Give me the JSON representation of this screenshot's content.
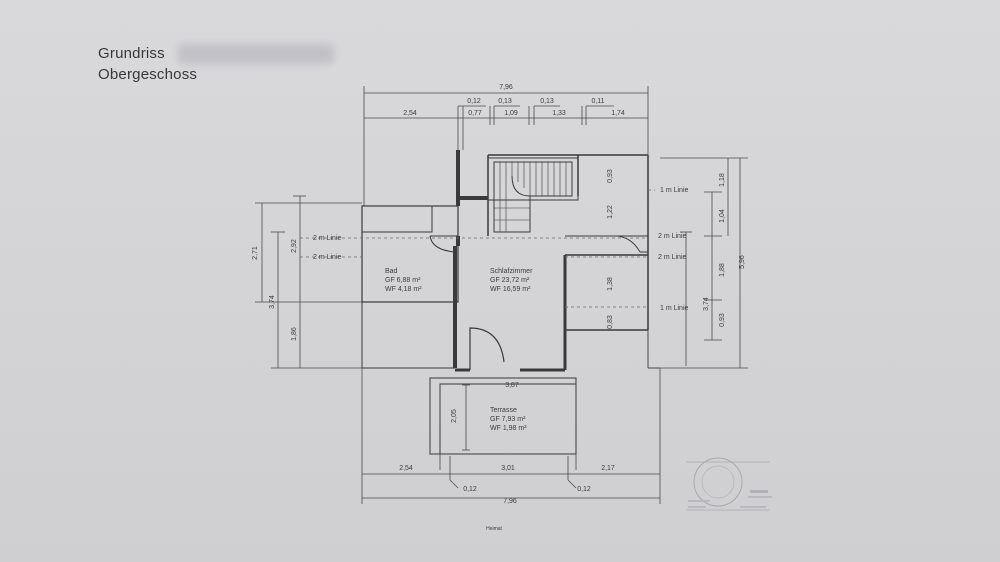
{
  "title": {
    "line1": "Grundriss",
    "line2": "Obergeschoss"
  },
  "dims": {
    "top_total": "7,96",
    "top_a": "0,12",
    "top_b": "0,13",
    "top_c": "0,13",
    "top_d": "0,11",
    "top_e": "2,54",
    "top_f": "0,77",
    "top_g": "1,09",
    "top_h": "1,33",
    "top_i": "1,74",
    "left_a": "2,71",
    "left_b": "2,92",
    "left_c": "3,74",
    "left_d": "1,86",
    "right_a": "1,18",
    "right_b": "1,04",
    "right_c": "1,88",
    "right_d": "0,93",
    "right_e": "3,74",
    "right_f": "5,96",
    "inner_a": "0,93",
    "inner_b": "1,22",
    "inner_c": "1,38",
    "inner_d": "0,83",
    "terr_w": "3,87",
    "terr_h": "2,05",
    "bot_a": "2,54",
    "bot_b": "3,01",
    "bot_c": "2,17",
    "bot_d": "0,12",
    "bot_e": "0,12",
    "bot_total": "7,96"
  },
  "linien": {
    "l1": "1 m Linie",
    "l2": "2 m Linie",
    "l3": "2 m Linie",
    "l4": "2 m Linie",
    "l5": "2 m Linie",
    "l6": "1 m Linie"
  },
  "rooms": {
    "bad": {
      "name": "Bad",
      "gf": "GF 6,88 m²",
      "wf": "WF 4,18 m²"
    },
    "schlaf": {
      "name": "Schlafzimmer",
      "gf": "GF 23,72 m²",
      "wf": "WF 16,59 m²"
    },
    "terrasse": {
      "name": "Terrasse",
      "gf": "GF 7,93 m²",
      "wf": "WF 1,98 m²"
    }
  },
  "footer": "Heimat"
}
